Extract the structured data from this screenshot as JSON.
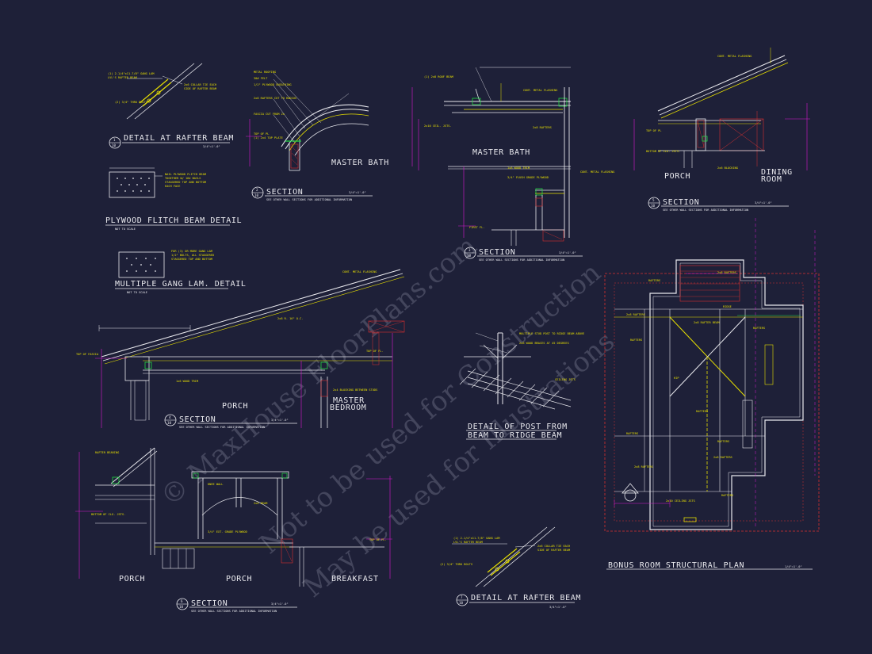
{
  "colors": {
    "background": "#1e2038",
    "line_white": "#e9e9ee",
    "line_yellow": "#e8e000",
    "line_magenta": "#d818d0",
    "line_green": "#22d844",
    "line_red": "#d83030",
    "line_cyan": "#40d8d8",
    "watermark": "#8a8aa0"
  },
  "watermark": {
    "line1": "© MaxHouse FloorPlans.com",
    "line2": "Not to be used for Construction",
    "line3": "May be used for Illustrations"
  },
  "titles": {
    "t1": {
      "num": "1",
      "sheet": "10",
      "text": "DETAIL AT RAFTER BEAM",
      "scale": "3/4\"=1'-0\""
    },
    "t2": {
      "num": "2",
      "sheet": "10",
      "text": "SECTION",
      "note": "SEE OTHER WALL SECTIONS FOR ADDITIONAL INFORMATION",
      "scale": "3/4\"=1'-0\""
    },
    "t3": {
      "num": "3",
      "sheet": "10",
      "text": "SECTION",
      "note": "SEE OTHER WALL SECTIONS FOR ADDITIONAL INFORMATION",
      "scale": "3/4\"=1'-0\""
    },
    "t5": {
      "num": "5",
      "sheet": "10",
      "text": "SECTION",
      "note": "SEE OTHER WALL SECTIONS FOR ADDITIONAL INFORMATION",
      "scale": "3/4\"=1'-0\""
    },
    "flitch": {
      "text": "PLYWOOD FLITCH BEAM DETAIL",
      "sub": "NOT TO SCALE"
    },
    "gang": {
      "text": "MULTIPLE GANG LAM. DETAIL",
      "sub": "NOT TO SCALE"
    },
    "t4": {
      "num": "4",
      "sheet": "10",
      "text": "SECTION",
      "note": "SEE OTHER WALL SECTIONS FOR ADDITIONAL INFORMATION",
      "scale": "3/4\"=1'-0\""
    },
    "post": {
      "text1": "DETAIL OF POST FROM",
      "text2": "BEAM TO RIDGE BEAM"
    },
    "t6": {
      "num": "6",
      "sheet": "10",
      "text": "SECTION",
      "note": "SEE OTHER WALL SECTIONS FOR ADDITIONAL INFORMATION",
      "scale": "3/4\"=1'-0\""
    },
    "t7": {
      "num": "7",
      "sheet": "10",
      "text": "DETAIL AT RAFTER BEAM",
      "scale": "3/4\"=1'-0\""
    },
    "plan": {
      "text": "BONUS ROOM STRUCTURAL PLAN",
      "scale": "1/4\"=1'-0\""
    }
  },
  "rooms": {
    "master_bath_a": "MASTER BATH",
    "master_bath_b": "MASTER BATH",
    "porch_a": "PORCH",
    "dining_a": "DINING",
    "dining_b": "ROOM",
    "porch_b": "PORCH",
    "master_a": "MASTER",
    "master_b": "BEDROOM",
    "porch_c": "PORCH",
    "porch_d": "PORCH",
    "breakfast": "BREAKFAST"
  },
  "notes": {
    "rb1": "(1) 2-1/4\"x11-7/8\" GANG LAM",
    "rb2": "LVL'S RAFTER BEAM",
    "rb3": "(2) 3/4\" THRU BOLTS",
    "rb4": "2x6 COLLAR TIE EACH",
    "rb5": "SIDE OF RAFTER BEAM",
    "fl1": "NAIL PLYWOOD FLITCH BEAM",
    "fl2": "TOGETHER W/ 16d NAILS",
    "fl3": "STAGGERED TOP AND BOTTOM",
    "fl4": "EACH FACE",
    "gl1": "FOR (3) OR MORE GANG LAM",
    "gl2": "1/2\" BOLTS, ALL STAGGERED",
    "gl3": "STAGGERED TOP AND BOTTOM",
    "mb1": "METAL ROOFING",
    "mb2": "30# FELT",
    "mb3": "1/2\" PLYWOOD SHEATHING",
    "mb4": "2x8 RAFTERS CUT TO RADIUS",
    "mb5": "FASCIA CUT FROM 2x",
    "mb6": "TOP OF PL",
    "mb7": "(1) 2x4 TOP PLATE",
    "s3a": "(1) 2x8 ROOF BEAM",
    "s3b": "CONT. METAL FLASHING",
    "s3c": "2x10 CEIL. JSTS.",
    "s3d": "2x8 RAFTERS",
    "s3e": "1x6 WOOD TRIM",
    "s3f": "3/4\" FLUSH GRADE PLYWOOD",
    "s3g": "FIRST FL.",
    "s5a": "CONT. METAL FLASHING",
    "s5b": "TOP OF PL",
    "s5c": "BOTTOM OF CLG. JSTS.",
    "s5d": "2x6 BLOCKING",
    "s4a": "CONT. METAL FLASHING",
    "s4b": "2x8 R. 16\" O.C.",
    "s4c": "2x4 BLOCKING BETWEEN STUDS",
    "s4d": "1x6 WOOD TRIM",
    "s4e": "TOP OF FASCIA",
    "s4f": "TOP OF FL.",
    "pp1": "MULTIPLE STUD POST TO RIDGE BEAM ABOVE",
    "pp2": "2x6 WOOD BRACES AT 45 DEGREES",
    "pp3": "CEILING JSTS",
    "s6a": "RAFTER BEARING",
    "s6b": "KNEE WALL",
    "s6c": "2x6 BEAM",
    "s6d": "3/4\" EXT. GRADE PLYWOOD",
    "s6e": "BOTTOM OF CLG. JSTS.",
    "s6f": "TOP OF FL.",
    "plan_a": "RAFTERS",
    "plan_b": "2x8 RAFTERS",
    "plan_c": "2x8 RAFTER BEAM",
    "plan_d": "RIDGE",
    "plan_e": "HIP",
    "plan_f": "2x10 CEILING JSTS"
  }
}
